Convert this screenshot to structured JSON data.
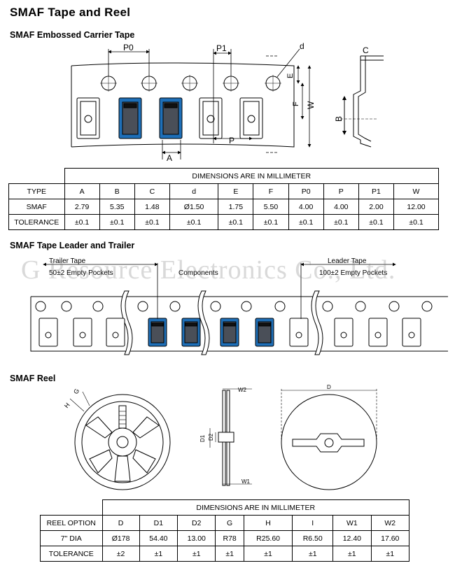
{
  "title": "SMAF Tape  and  Reel",
  "carrier": {
    "heading": "SMAF Embossed Carrier Tape",
    "labels": {
      "P0": "P0",
      "P1": "P1",
      "d": "d",
      "A": "A",
      "P": "P",
      "E": "E",
      "F": "F",
      "W": "W",
      "B": "B",
      "C": "C"
    },
    "table": {
      "header": "DIMENSIONS ARE IN MILLIMETER",
      "columns": [
        "TYPE",
        "A",
        "B",
        "C",
        "d",
        "E",
        "F",
        "P0",
        "P",
        "P1",
        "W"
      ],
      "rows": [
        [
          "SMAF",
          "2.79",
          "5.35",
          "1.48",
          "Ø1.50",
          "1.75",
          "5.50",
          "4.00",
          "4.00",
          "2.00",
          "12.00"
        ],
        [
          "TOLERANCE",
          "±0.1",
          "±0.1",
          "±0.1",
          "±0.1",
          "±0.1",
          "±0.1",
          "±0.1",
          "±0.1",
          "±0.1",
          "±0.1"
        ]
      ]
    }
  },
  "leader": {
    "heading": "SMAF Tape Leader and Trailer",
    "trailer_label": "Trailer Tape",
    "trailer_sub": "50±2 Empty Pockets",
    "components_label": "Components",
    "leader_label": "Leader Tape",
    "leader_sub": "100±2 Empty Pockets",
    "watermark": "G Resource Electronics Co., Ltd."
  },
  "reel": {
    "heading": "SMAF Reel",
    "labels": {
      "G": "G",
      "H": "H",
      "W2": "W2",
      "W1": "W1",
      "D1": "D1",
      "D2": "D2",
      "D": "D"
    },
    "table": {
      "header": "DIMENSIONS ARE IN MILLIMETER",
      "columns": [
        "REEL OPTION",
        "D",
        "D1",
        "D2",
        "G",
        "H",
        "I",
        "W1",
        "W2"
      ],
      "rows": [
        [
          "7\" DIA",
          "Ø178",
          "54.40",
          "13.00",
          "R78",
          "R25.60",
          "R6.50",
          "12.40",
          "17.60"
        ],
        [
          "TOLERANCE",
          "±2",
          "±1",
          "±1",
          "±1",
          "±1",
          "±1",
          "±1",
          "±1"
        ]
      ]
    }
  }
}
